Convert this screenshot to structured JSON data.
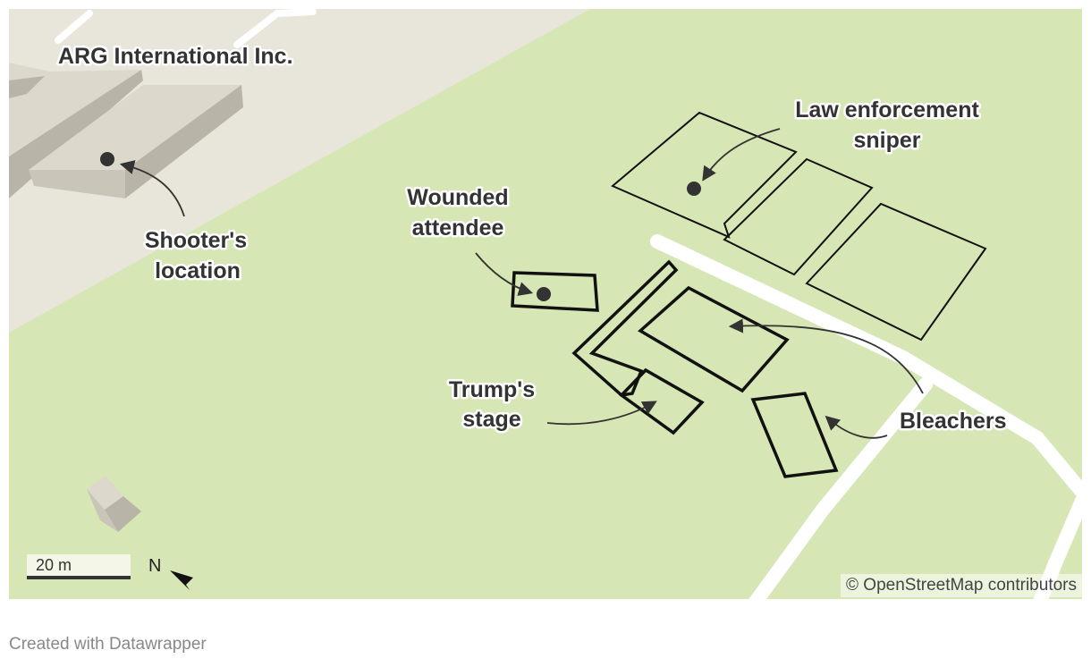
{
  "labels": {
    "arg": "ARG International Inc.",
    "shooter_1": "Shooter's",
    "shooter_2": "location",
    "wounded_1": "Wounded",
    "wounded_2": "attendee",
    "sniper_1": "Law enforcement",
    "sniper_2": "sniper",
    "stage_1": "Trump's",
    "stage_2": "stage",
    "bleachers": "Bleachers"
  },
  "scale": {
    "label": "20 m"
  },
  "north": {
    "label": "N"
  },
  "attribution": "© OpenStreetMap contributors",
  "credit": "Created with Datawrapper",
  "colors": {
    "grass": "#d6e6b4",
    "industrial": "#e8e5da",
    "building_top": "#dcd8cb",
    "building_side": "#b8b5a8",
    "road": "#ffffff",
    "outline": "#111111",
    "marker": "#333333"
  }
}
